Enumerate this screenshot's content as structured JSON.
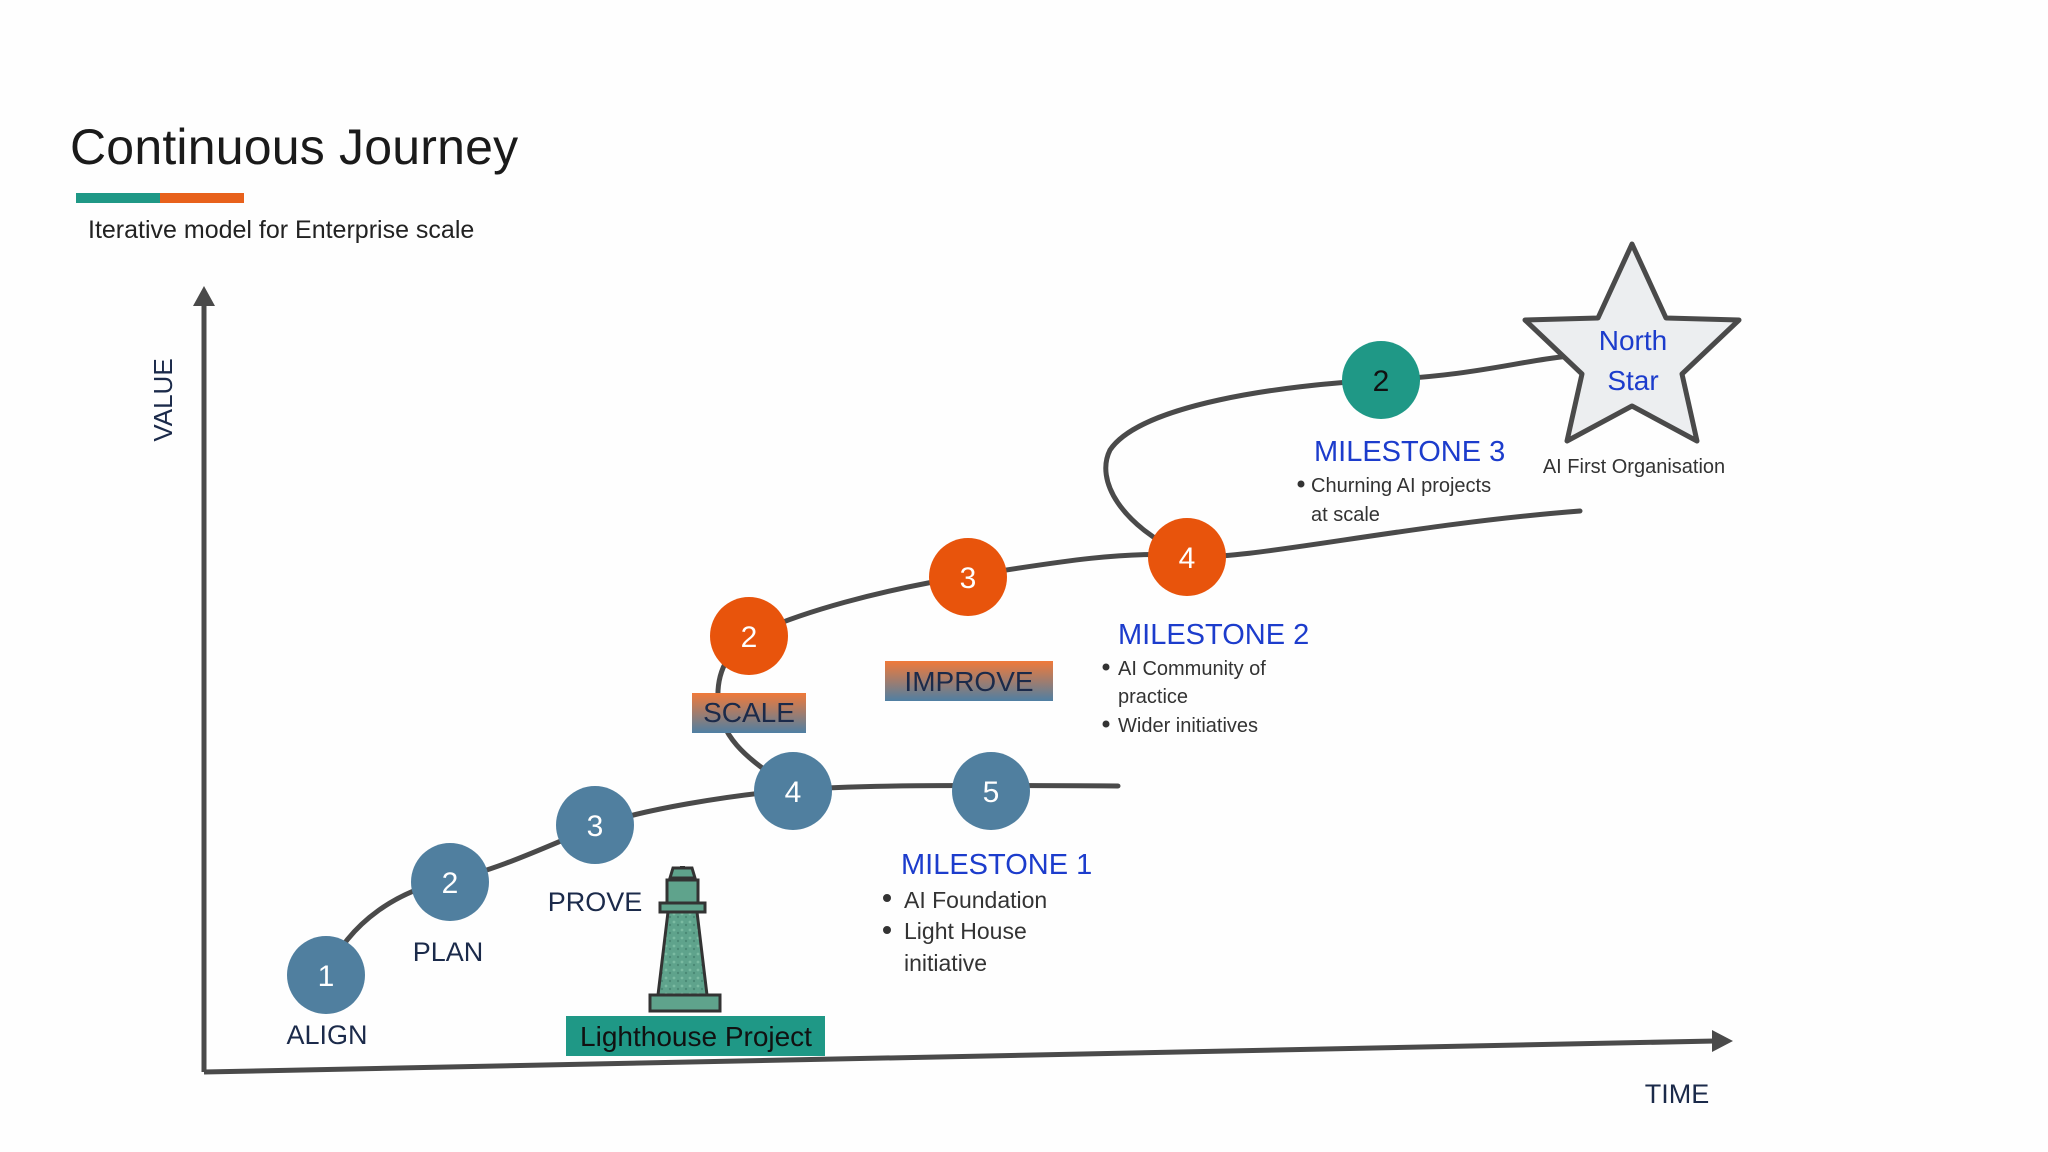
{
  "header": {
    "title": "Continuous Journey",
    "subtitle": "Iterative model for Enterprise scale"
  },
  "axes": {
    "y_label": "VALUE",
    "x_label": "TIME"
  },
  "steps": [
    {
      "number": "1",
      "label": "ALIGN"
    },
    {
      "number": "2",
      "label": "PLAN"
    },
    {
      "number": "3",
      "label": "PROVE"
    },
    {
      "number": "4",
      "label": ""
    },
    {
      "number": "5",
      "label": ""
    }
  ],
  "scale_steps": [
    {
      "number": "2"
    },
    {
      "number": "3"
    },
    {
      "number": "4"
    }
  ],
  "top_step": {
    "number": "2"
  },
  "phase_labels": {
    "scale": "SCALE",
    "improve": "IMPROVE"
  },
  "lighthouse_label": "Lighthouse Project",
  "milestones": {
    "m1": {
      "title": "MILESTONE 1",
      "bullets": [
        "AI Foundation",
        "Light House",
        "initiative"
      ]
    },
    "m2": {
      "title": "MILESTONE 2",
      "bullets": [
        "AI Community of",
        "practice",
        "Wider initiatives"
      ]
    },
    "m3": {
      "title": "MILESTONE 3",
      "bullets": [
        "Churning AI projects",
        "at scale"
      ]
    }
  },
  "north_star": {
    "line1": "North",
    "line2": "Star",
    "caption": "AI First Organisation"
  },
  "colors": {
    "blue_circle": "#507f9f",
    "orange_circle": "#e8540c",
    "teal_circle": "#1f9886",
    "milestone_text": "#1c3ccc",
    "dark_navy": "#1b2a4a",
    "curve": "#4a4a4a",
    "lighthouse_badge": "#1f9886",
    "star_fill": "#eceef0"
  }
}
